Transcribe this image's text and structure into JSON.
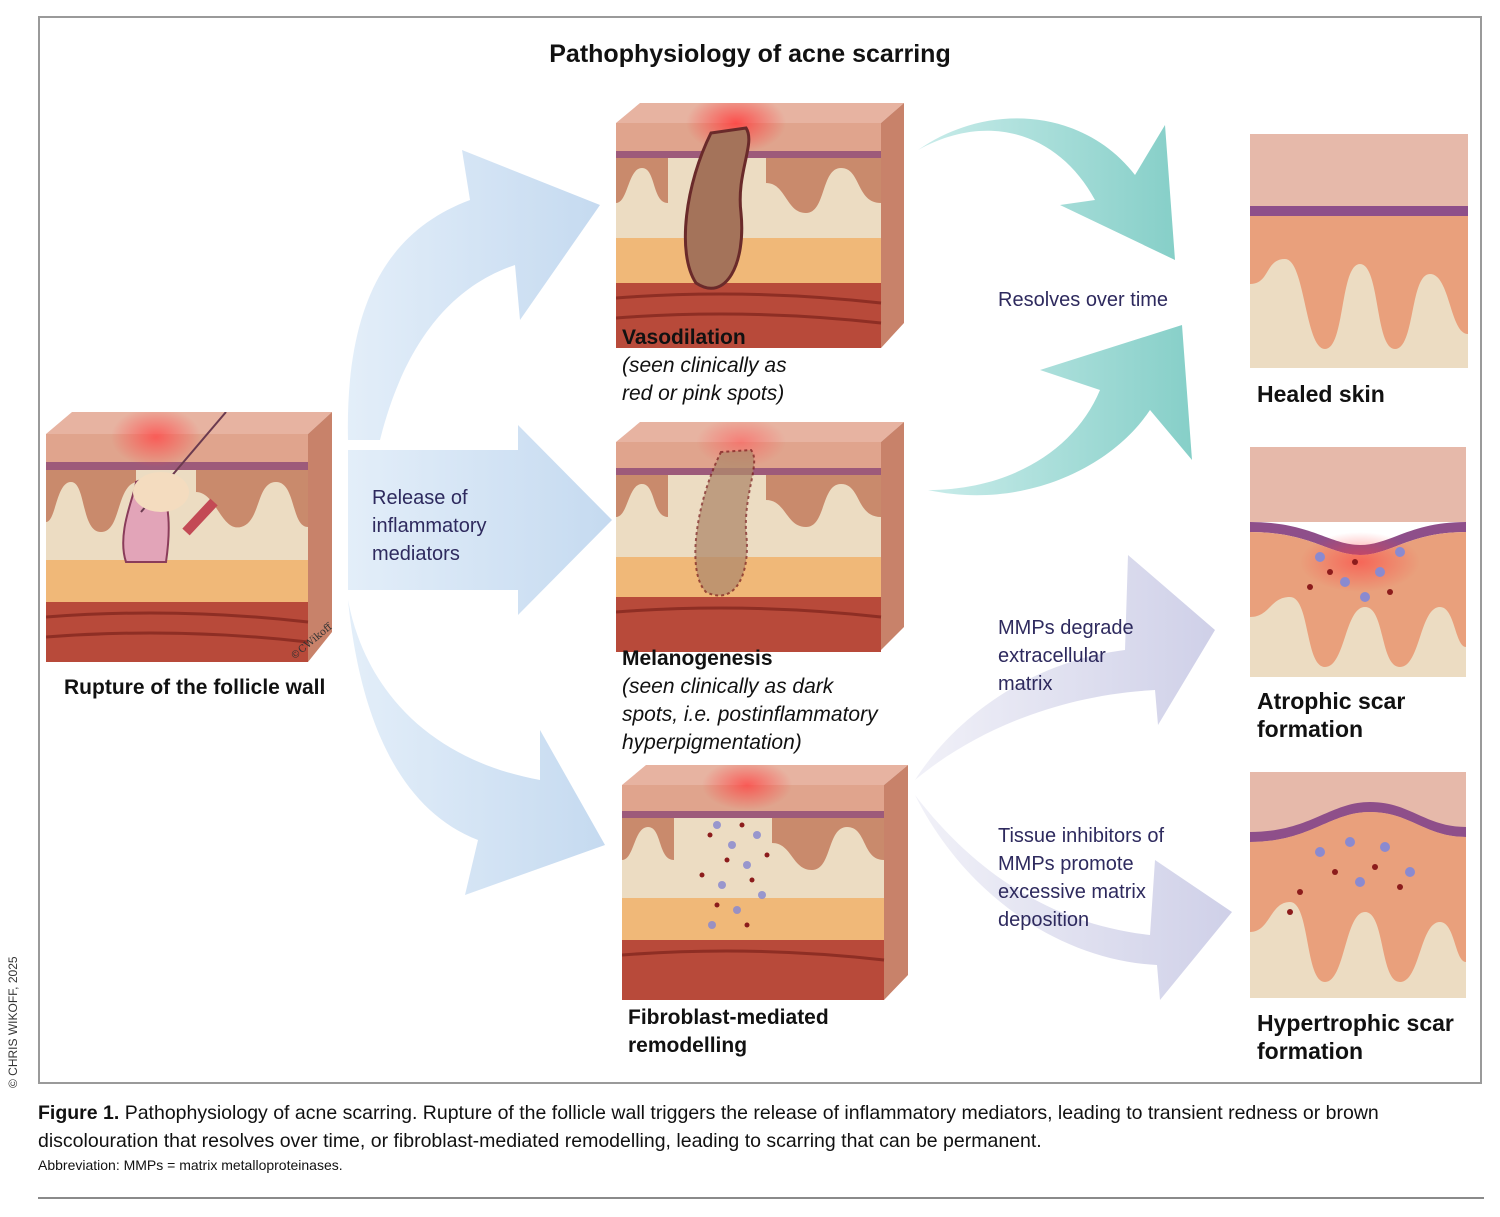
{
  "title": "Pathophysiology of acne scarring",
  "stages": {
    "rupture": "Rupture of the follicle wall",
    "release": [
      "Release of",
      "inflammatory",
      "mediators"
    ],
    "vasodilation": {
      "title": "Vasodilation",
      "note": [
        "(seen clinically as",
        "red or pink spots)"
      ]
    },
    "melanogenesis": {
      "title": "Melanogenesis",
      "note": [
        "(seen clinically as dark",
        "spots, i.e. postinflammatory",
        "hyperpigmentation)"
      ]
    },
    "fibroblast": {
      "title": [
        "Fibroblast-mediated",
        "remodelling"
      ]
    }
  },
  "pathways": {
    "resolves": "Resolves over time",
    "mmps_degrade": [
      "MMPs degrade",
      "extracellular",
      "matrix"
    ],
    "timps": [
      "Tissue inhibitors of",
      "MMPs promote",
      "excessive matrix",
      "deposition"
    ]
  },
  "outcomes": {
    "healed": "Healed skin",
    "atrophic": [
      "Atrophic scar",
      "formation"
    ],
    "hypertrophic": [
      "Hypertrophic scar",
      "formation"
    ]
  },
  "signature": "©CWikoff",
  "copyright": "© CHRIS WIKOFF, 2025",
  "caption": {
    "figure_label": "Figure 1.",
    "text": " Pathophysiology of acne scarring. Rupture of the follicle wall triggers the release of inflammatory mediators, leading to transient redness or brown discolouration that resolves over time, or fibroblast-mediated remodelling, leading to scarring that can be permanent.",
    "abbreviation": "Abbreviation: MMPs = matrix metalloproteinases."
  },
  "colors": {
    "blue_arrow": "#c9dcf0",
    "teal_arrow": "#8fd3cd",
    "lavender_arrow": "#d7d7ec",
    "label_blue": "#2e2a5e"
  }
}
